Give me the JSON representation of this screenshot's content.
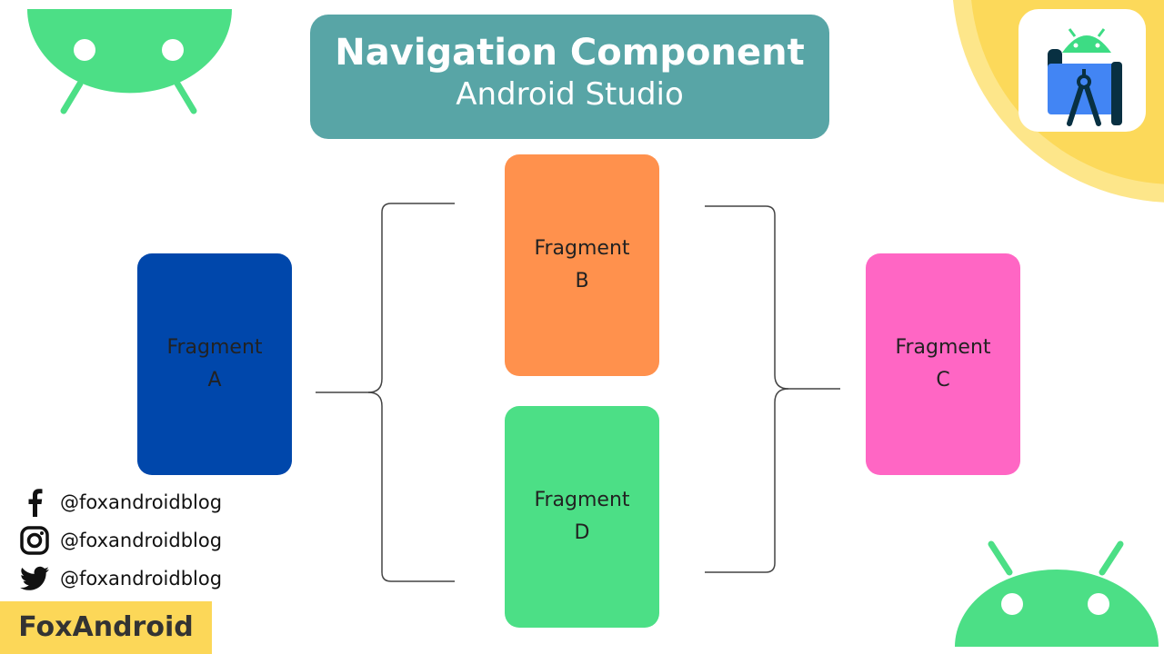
{
  "title": {
    "main": "Navigation Component",
    "sub": "Android Studio"
  },
  "fragments": {
    "a": {
      "line1": "Fragment",
      "line2": "A"
    },
    "b": {
      "line1": "Fragment",
      "line2": "B"
    },
    "c": {
      "line1": "Fragment",
      "line2": "C"
    },
    "d": {
      "line1": "Fragment",
      "line2": "D"
    }
  },
  "colors": {
    "title_bg": "#58a5a6",
    "fragment_a": "#0047ab",
    "fragment_b": "#ff914d",
    "fragment_c": "#ff66c4",
    "fragment_d": "#4cdf86",
    "android_green": "#4cdf86",
    "brand_yellow": "#fcd758"
  },
  "social": [
    {
      "icon": "facebook-icon",
      "handle": "@foxandroidblog"
    },
    {
      "icon": "instagram-icon",
      "handle": "@foxandroidblog"
    },
    {
      "icon": "twitter-icon",
      "handle": "@foxandroidblog"
    }
  ],
  "brand": "FoxAndroid"
}
